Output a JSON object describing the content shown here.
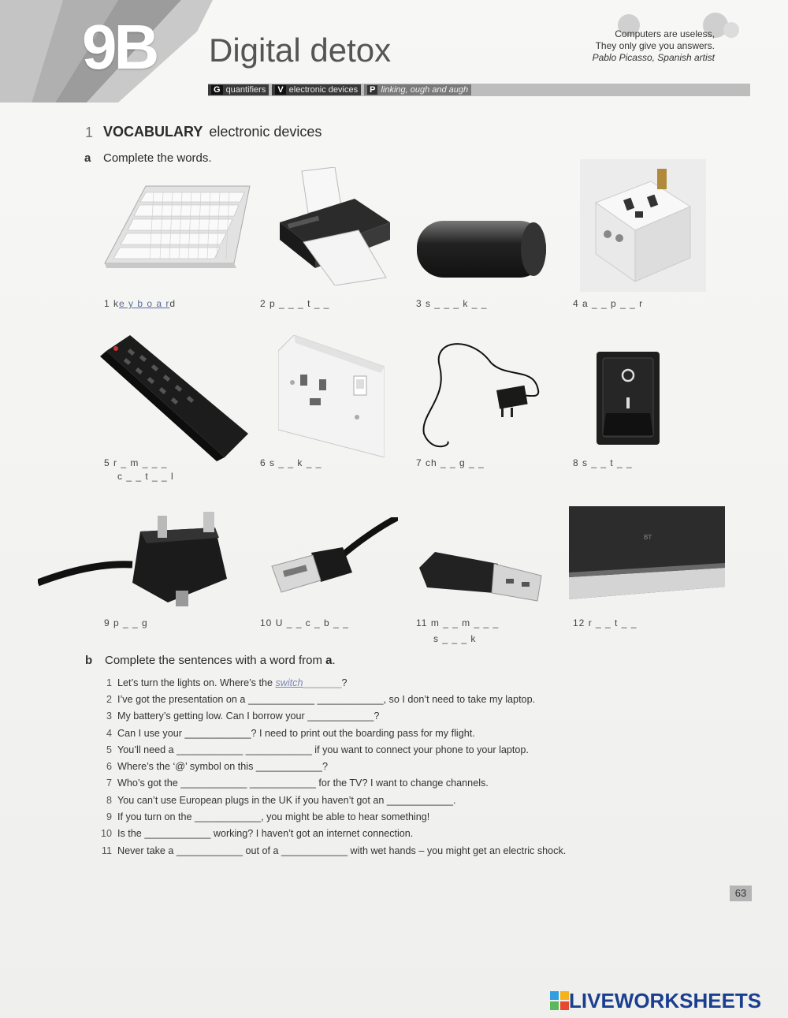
{
  "header": {
    "unit_number": "9B",
    "unit_title": "Digital detox",
    "quote_line1": "Computers are useless,",
    "quote_line2": "They only give you answers.",
    "quote_author": "Pablo Picasso, Spanish artist",
    "tags": [
      {
        "letter": "G",
        "text": "quantifiers"
      },
      {
        "letter": "V",
        "text": "electronic devices"
      },
      {
        "letter": "P",
        "text": "linking, ough and augh"
      }
    ]
  },
  "section": {
    "number": "1",
    "title_bold": "VOCABULARY",
    "title_rest": "electronic devices",
    "sub_a_label": "a",
    "sub_a_text": "Complete the words."
  },
  "items": [
    {
      "num": "1",
      "prefix": "k",
      "answer": "e y b o a r",
      "suffix": "d",
      "image": "keyboard-image"
    },
    {
      "num": "2",
      "text": "p _ _ _ t _ _",
      "image": "printer-image"
    },
    {
      "num": "3",
      "text": "s _ _ _ k _ _",
      "image": "speaker-image"
    },
    {
      "num": "4",
      "text": "a _ _ p _ _ r",
      "image": "adaptor-image"
    },
    {
      "num": "5",
      "text": "r _ m _ _ _",
      "text2": "c _ _ t _ _ l",
      "image": "remote-control-image"
    },
    {
      "num": "6",
      "text": "s _ _ k _ _",
      "image": "socket-image"
    },
    {
      "num": "7",
      "text": "ch _ _ g _ _",
      "image": "charger-image"
    },
    {
      "num": "8",
      "text": "s _ _ t _ _",
      "image": "switch-image"
    },
    {
      "num": "9",
      "text": "p _ _ g",
      "image": "plug-image"
    },
    {
      "num": "10",
      "text": "U _ _ c _ b _ _",
      "image": "usb-cable-image"
    },
    {
      "num": "11",
      "text": "m _ _ m _ _ _",
      "text2": "s _ _ _ k",
      "image": "memory-stick-image"
    },
    {
      "num": "12",
      "text": "r _ _ t _ _",
      "image": "router-image"
    }
  ],
  "part_b": {
    "label": "b",
    "instruction_pre": "Complete the sentences with a word from ",
    "instruction_bold": "a",
    "instruction_post": ".",
    "sentences": [
      {
        "num": "1",
        "before": "Let’s turn the lights on. Where’s the ",
        "answer": "switch",
        "after": "?"
      },
      {
        "num": "2",
        "before": "I’ve got the presentation on a",
        "blanks": "____________ ____________",
        "after": ", so I don’t need to take my laptop."
      },
      {
        "num": "3",
        "before": "My battery’s getting low. Can I borrow your",
        "blanks": "____________",
        "after": "?"
      },
      {
        "num": "4",
        "before": "Can I use your",
        "blanks": "____________",
        "after": "? I need to print out the boarding pass for my flight."
      },
      {
        "num": "5",
        "before": "You’ll need a",
        "blanks": "____________ ____________",
        "after": " if you want to connect your phone to your laptop."
      },
      {
        "num": "6",
        "before": "Where’s the ‘@’ symbol on this",
        "blanks": "____________",
        "after": "?"
      },
      {
        "num": "7",
        "before": "Who’s got the",
        "blanks": "____________ ____________",
        "after": " for the TV? I want to change channels."
      },
      {
        "num": "8",
        "before": "You can’t use European plugs in the UK if you haven’t got an",
        "blanks": "____________",
        "after": "."
      },
      {
        "num": "9",
        "before": "If you turn on the",
        "blanks": "____________",
        "after": ", you might be able to hear something!"
      },
      {
        "num": "10",
        "before": "Is the",
        "blanks": "____________",
        "after": " working? I haven’t got an internet connection."
      },
      {
        "num": "11",
        "before": "Never take a",
        "blanks": "____________",
        "mid": " out of a ",
        "blanks2": "____________",
        "after": " with wet hands – you might get an electric shock."
      }
    ]
  },
  "page_number": "63",
  "brand": "LIVEWORKSHEETS",
  "colors": {
    "brand": "#1b3f8f",
    "answer": "#7a87b5"
  }
}
